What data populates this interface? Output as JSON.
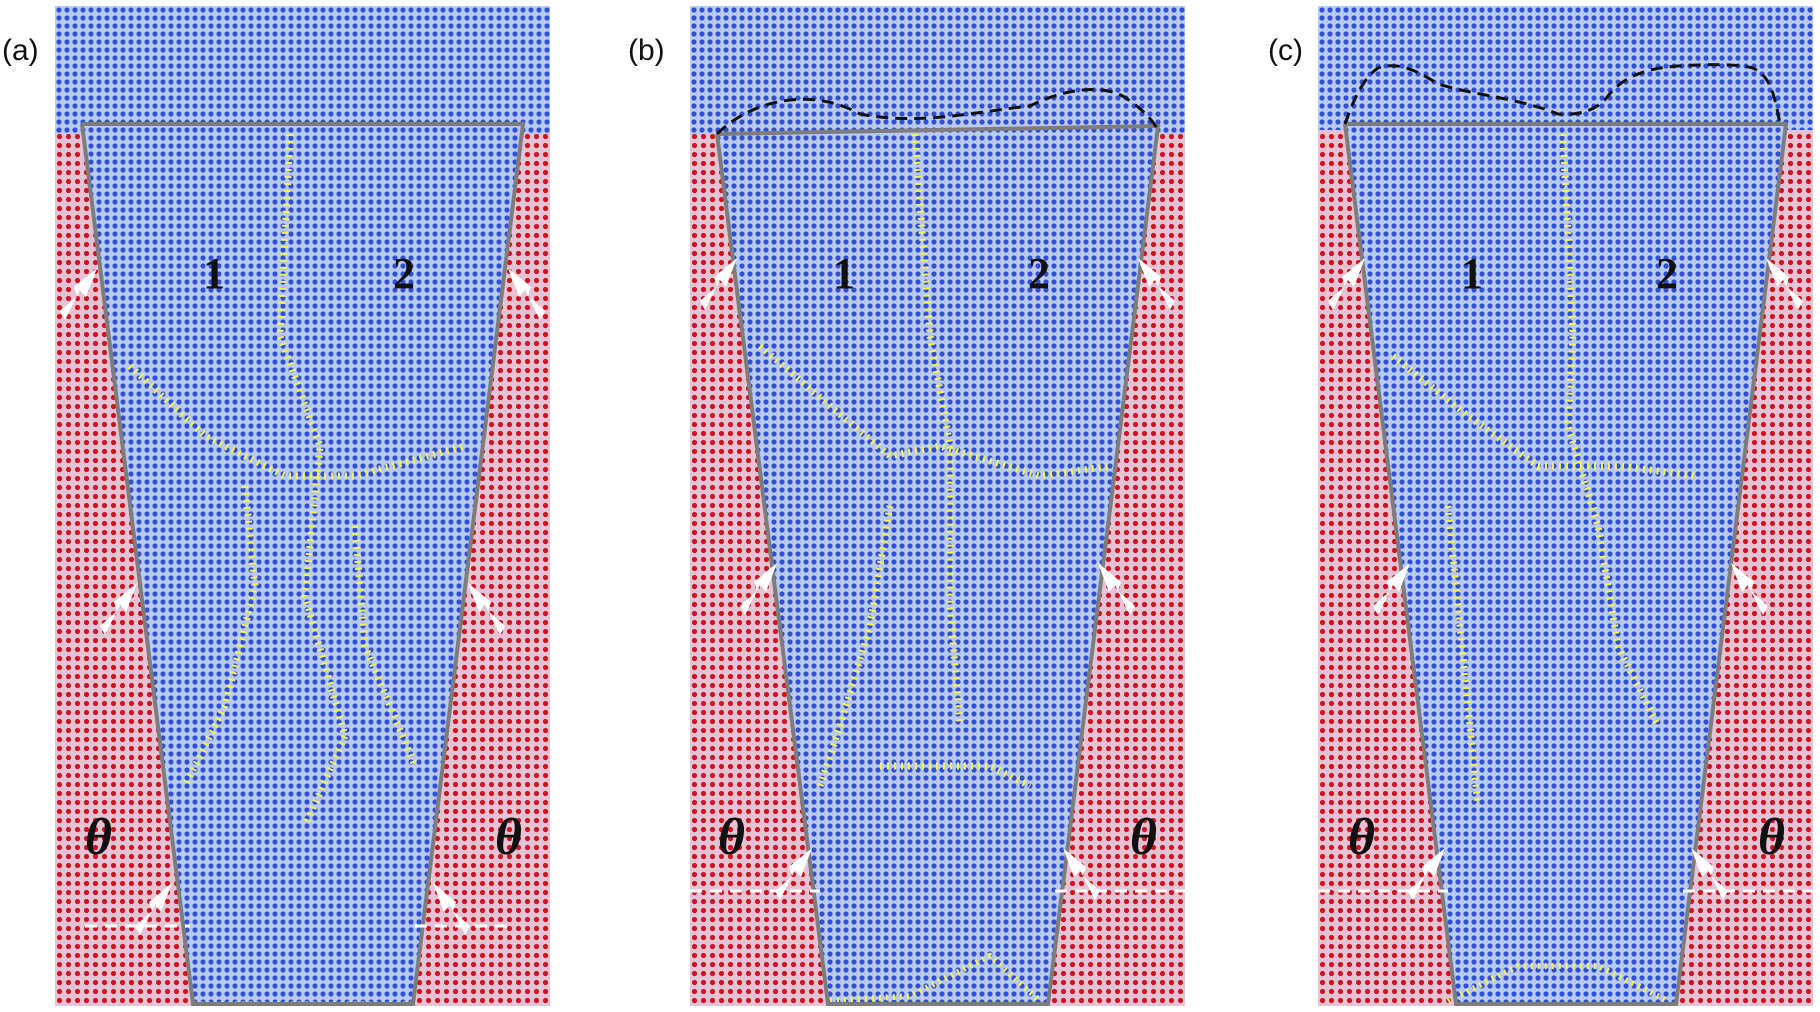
{
  "figure": {
    "panels": [
      {
        "id": "a",
        "label": "(a)",
        "grain_left": "1",
        "grain_right": "2",
        "angle_symbol": "θ",
        "has_dashed_front": false
      },
      {
        "id": "b",
        "label": "(b)",
        "grain_left": "1",
        "grain_right": "2",
        "angle_symbol": "θ",
        "has_dashed_front": true
      },
      {
        "id": "c",
        "label": "(c)",
        "grain_left": "1",
        "grain_right": "2",
        "angle_symbol": "θ",
        "has_dashed_front": true
      }
    ],
    "colors": {
      "liquid_dots": "#2f4fd6",
      "solid_dots": "#d1121f",
      "grain_boundary_dots": "#f2f25a",
      "outline": "#7d7d7d",
      "arrows": "#ffffff",
      "front_dashed": "#111111"
    }
  }
}
